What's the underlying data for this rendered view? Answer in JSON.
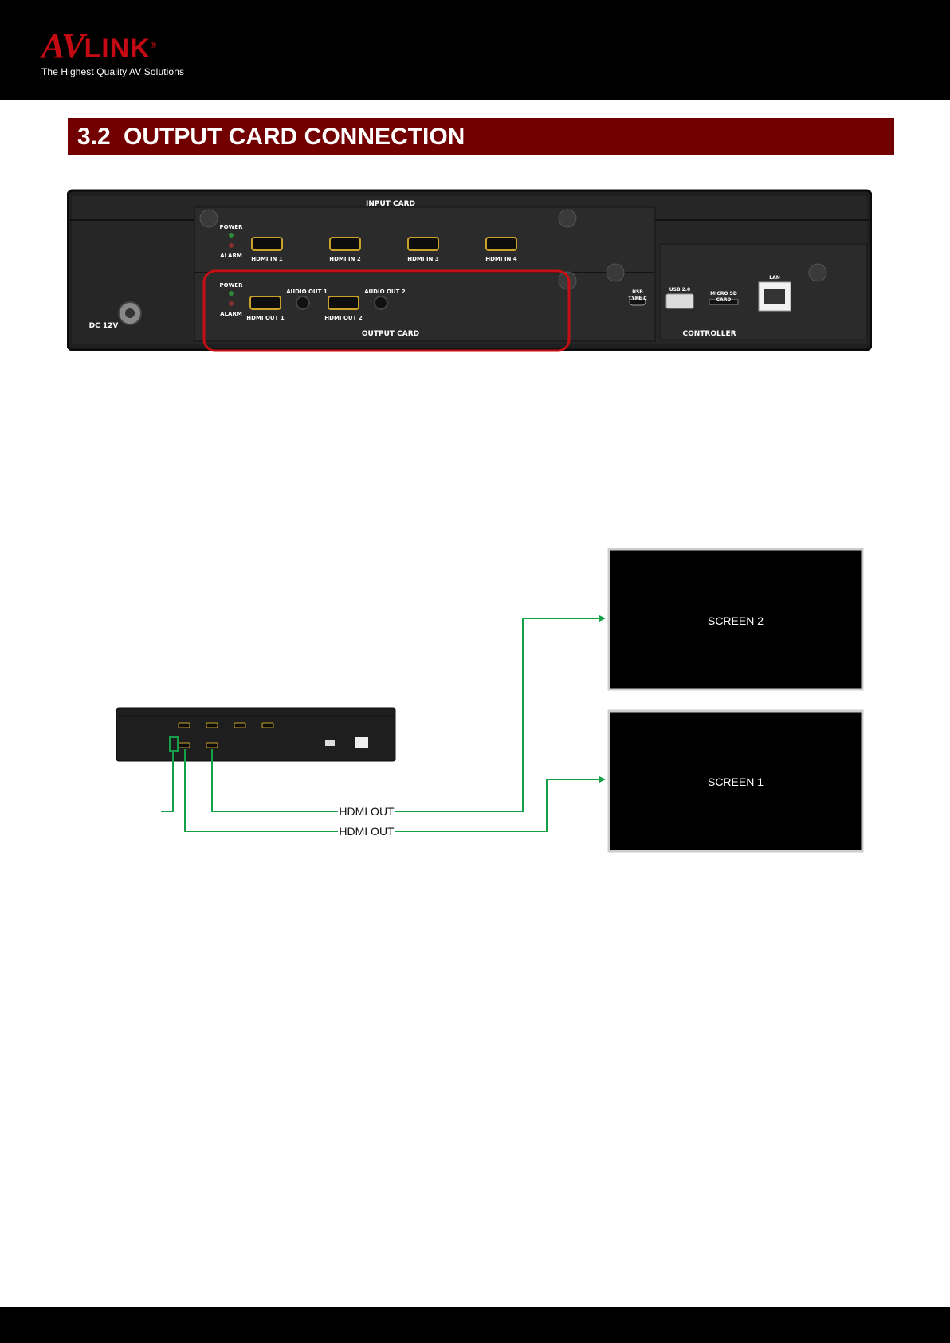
{
  "header": {
    "logo_text_a": "AV",
    "logo_text_b": "LINK",
    "logo_reg": "®",
    "tagline": "The Highest Quality AV Solutions"
  },
  "section": {
    "number": "3.2",
    "title": "OUTPUT CARD CONNECTION"
  },
  "panel": {
    "input_card": "INPUT CARD",
    "output_card": "OUTPUT CARD",
    "controller": "CONTROLLER",
    "power": "POWER",
    "alarm": "ALARM",
    "hdmi_in_1": "HDMI IN 1",
    "hdmi_in_2": "HDMI IN 2",
    "hdmi_in_3": "HDMI IN 3",
    "hdmi_in_4": "HDMI IN 4",
    "hdmi_out_1": "HDMI OUT 1",
    "hdmi_out_2": "HDMI OUT 2",
    "audio_out_1": "AUDIO OUT 1",
    "audio_out_2": "AUDIO OUT 2",
    "usb_type_c_1": "USB",
    "usb_type_c_2": "TYPE C",
    "usb_2": "USB 2.0",
    "micro_sd_1": "MICRO SD",
    "micro_sd_2": "CARD",
    "lan": "LAN",
    "dc": "DC 12V"
  },
  "diagram": {
    "screen_1": "SCREEN 1",
    "screen_2": "SCREEN 2",
    "link_upper": "HDMI OUT",
    "link_lower": "HDMI OUT"
  },
  "colors": {
    "brand_red": "#c40a12",
    "section_bar": "#730000",
    "highlight_outline": "#c41015",
    "connection_green": "#14a046"
  }
}
